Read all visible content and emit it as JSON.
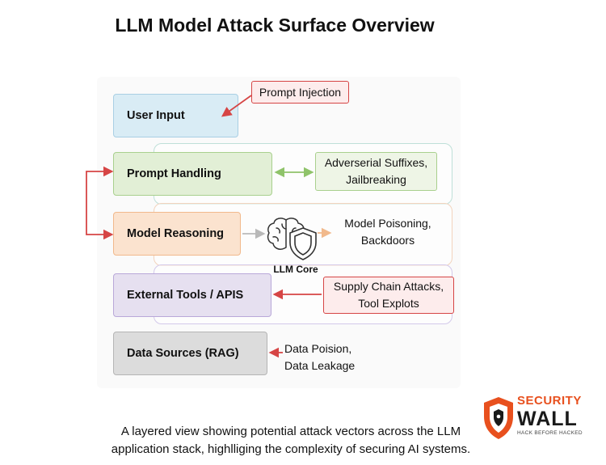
{
  "title": "LLM Model Attack Surface Overview",
  "layers": [
    {
      "label": "User Input"
    },
    {
      "label": "Prompt Handling"
    },
    {
      "label": "Model Reasoning"
    },
    {
      "label": "External Tools / APIS"
    },
    {
      "label": "Data Sources (RAG)"
    }
  ],
  "attacks": {
    "prompt_injection": "Prompt Injection",
    "adversarial": [
      "Adverserial Suffixes,",
      "Jailbreaking"
    ],
    "model_poisoning": [
      "Model Poisoning,",
      "Backdoors"
    ],
    "supply_chain": [
      "Supply Chain Attacks,",
      "Tool Explots"
    ],
    "data_poison": [
      "Data Poision,",
      "Data Leakage"
    ]
  },
  "core_label": "LLM Core",
  "caption": [
    "A layered view showing potential attack vectors across the LLM",
    "application stack, highlliging the complexity of securing AI systems."
  ],
  "logo": {
    "top": "SECURITY",
    "bottom": "WALL",
    "tagline": "HACK BEFORE HACKED"
  },
  "colors": {
    "user_input": "#d9ecf5",
    "prompt_handling": "#e2efd6",
    "model_reasoning": "#fbe3cf",
    "external_tools": "#e6e0f0",
    "data_sources": "#dcdcdc",
    "attack_red": "#d64545",
    "brand_orange": "#e8501e"
  },
  "icons": [
    "brain-icon",
    "shield-icon",
    "shield-logo-icon"
  ]
}
